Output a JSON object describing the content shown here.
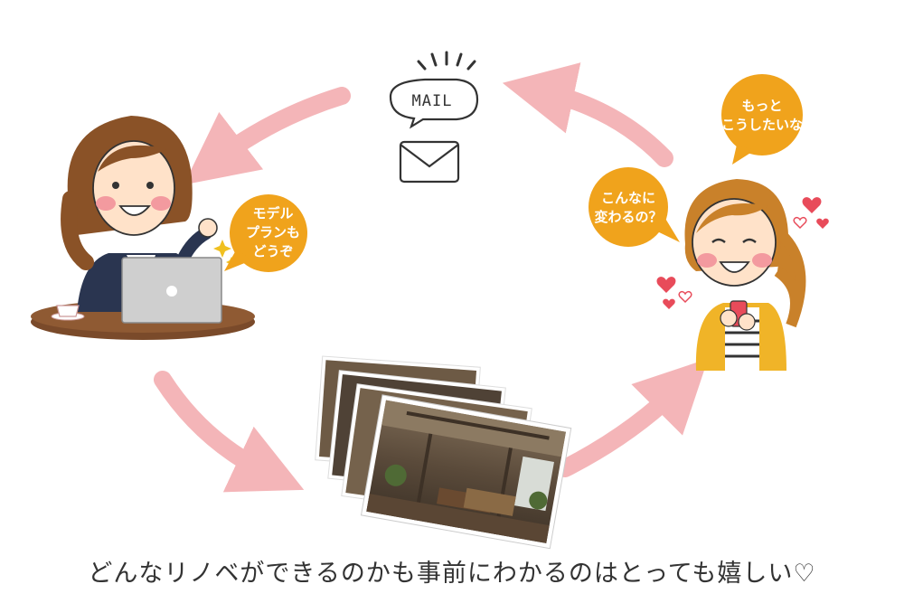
{
  "mail_label": "MAIL",
  "left_bubble": {
    "line1": "モデル",
    "line2": "プランも",
    "line3": "どうぞ"
  },
  "right_bubble_top": {
    "line1": "もっと",
    "line2": "こうしたいな"
  },
  "right_bubble_mid": {
    "line1": "こんなに",
    "line2": "変わるの？"
  },
  "caption": "どんなリノベができるのかも事前にわかるのはとっても嬉しい♡",
  "colors": {
    "arrow": "#f4b5b8",
    "bubble": "#f0a31c",
    "cheek": "#f39a9f",
    "hair": "#8a5227",
    "heart": "#e84b5a"
  }
}
